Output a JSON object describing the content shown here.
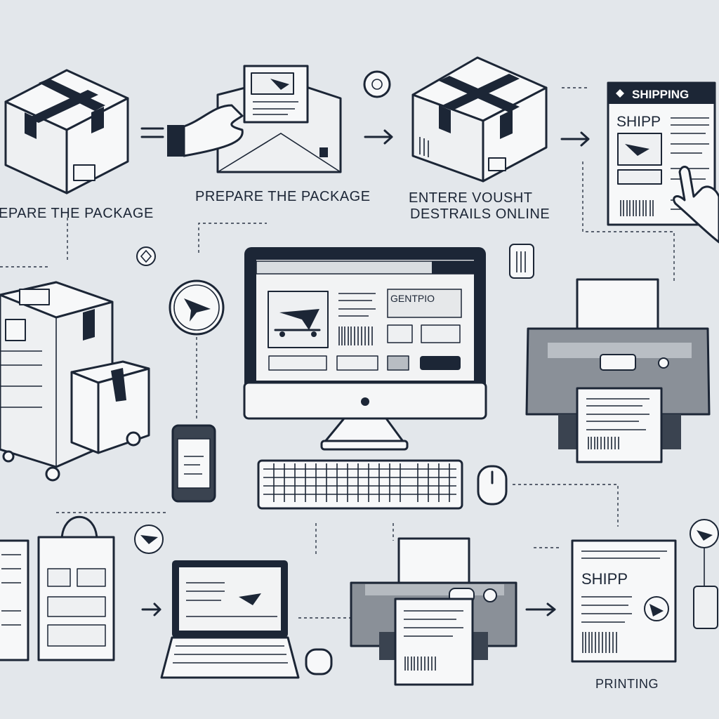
{
  "labels": {
    "step1_cut": "EPARE THE PACKAGE",
    "step2": "PREPARE THE PACKAGE",
    "step3_line1": "ENTERE   VOUSHT",
    "step3_line2": "DESTRAILS ONLINE",
    "printing": "PRINTING"
  },
  "shipping_form": {
    "header": "SHIPPING",
    "title": "SHIPP"
  },
  "monitor_screen": {
    "title": "GENTPIO"
  },
  "shipping_label": {
    "title": "SHIPP"
  },
  "colors": {
    "background": "#e3e7eb",
    "ink": "#1c2636",
    "gray": "#7d838b"
  }
}
